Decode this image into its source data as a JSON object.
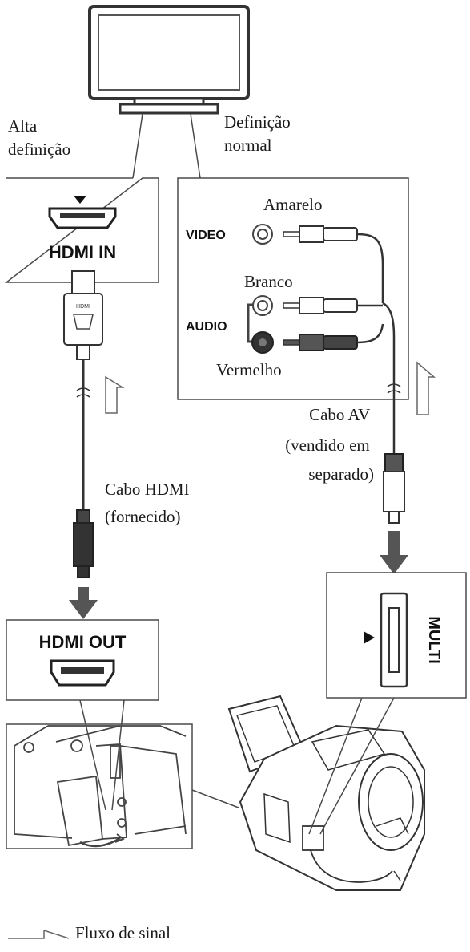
{
  "labels": {
    "high_def": [
      "Alta",
      "definição"
    ],
    "std_def": [
      "Definição",
      "normal"
    ],
    "hdmi_in": "HDMI IN",
    "hdmi_out": "HDMI OUT",
    "yellow": "Amarelo",
    "video": "VIDEO",
    "white": "Branco",
    "audio": "AUDIO",
    "red": "Vermelho",
    "av_cable": [
      "Cabo AV",
      "(vendido em",
      "separado)"
    ],
    "hdmi_cable": [
      "Cabo HDMI",
      "(fornecido)"
    ],
    "multi": "MULTI",
    "signal_flow": "Fluxo de sinal",
    "hdmi_plug_print": "HDMI"
  },
  "colors": {
    "line": "#4a4a4a",
    "arrow": "#555555",
    "plug": "#333333"
  }
}
